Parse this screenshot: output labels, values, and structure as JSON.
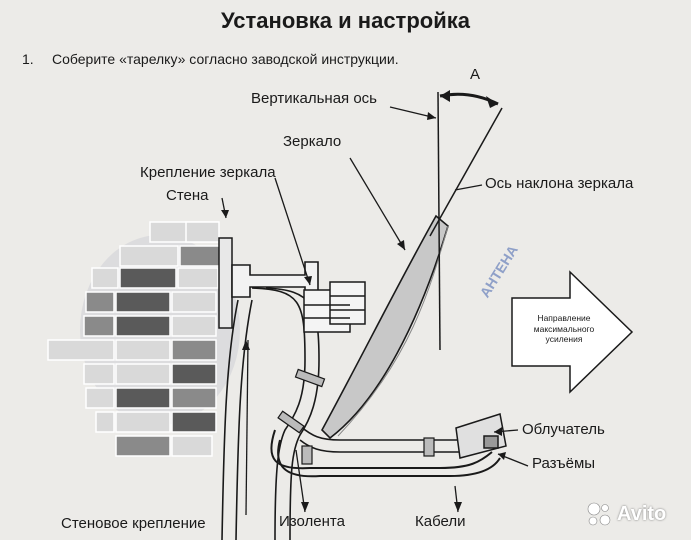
{
  "page": {
    "background": "#ecebe8"
  },
  "heading": {
    "title": "Установка и настройка"
  },
  "step": {
    "number": "1.",
    "text": "Соберите «тарелку» согласно заводской инструкции."
  },
  "diagram": {
    "labels": {
      "angle": "A",
      "vertical_axis": "Вертикальная ось",
      "mirror": "Зеркало",
      "mirror_mount": "Крепление зеркала",
      "wall": "Стена",
      "tilt_axis": "Ось наклона зеркала",
      "direction_arrow": "Направление максимального усиления",
      "feed": "Облучатель",
      "connectors": "Разъёмы",
      "wall_mount": "Стеновое крепление",
      "tape": "Изолента",
      "cables": "Кабели"
    },
    "colors": {
      "line": "#1a1a1a",
      "brick_light": "#d9d9d9",
      "brick_dark": "#5a5a5a",
      "watermark_stamp": "#8fa0c8"
    }
  },
  "watermark": {
    "text": "Avito",
    "icon": "avito-dots-icon"
  }
}
